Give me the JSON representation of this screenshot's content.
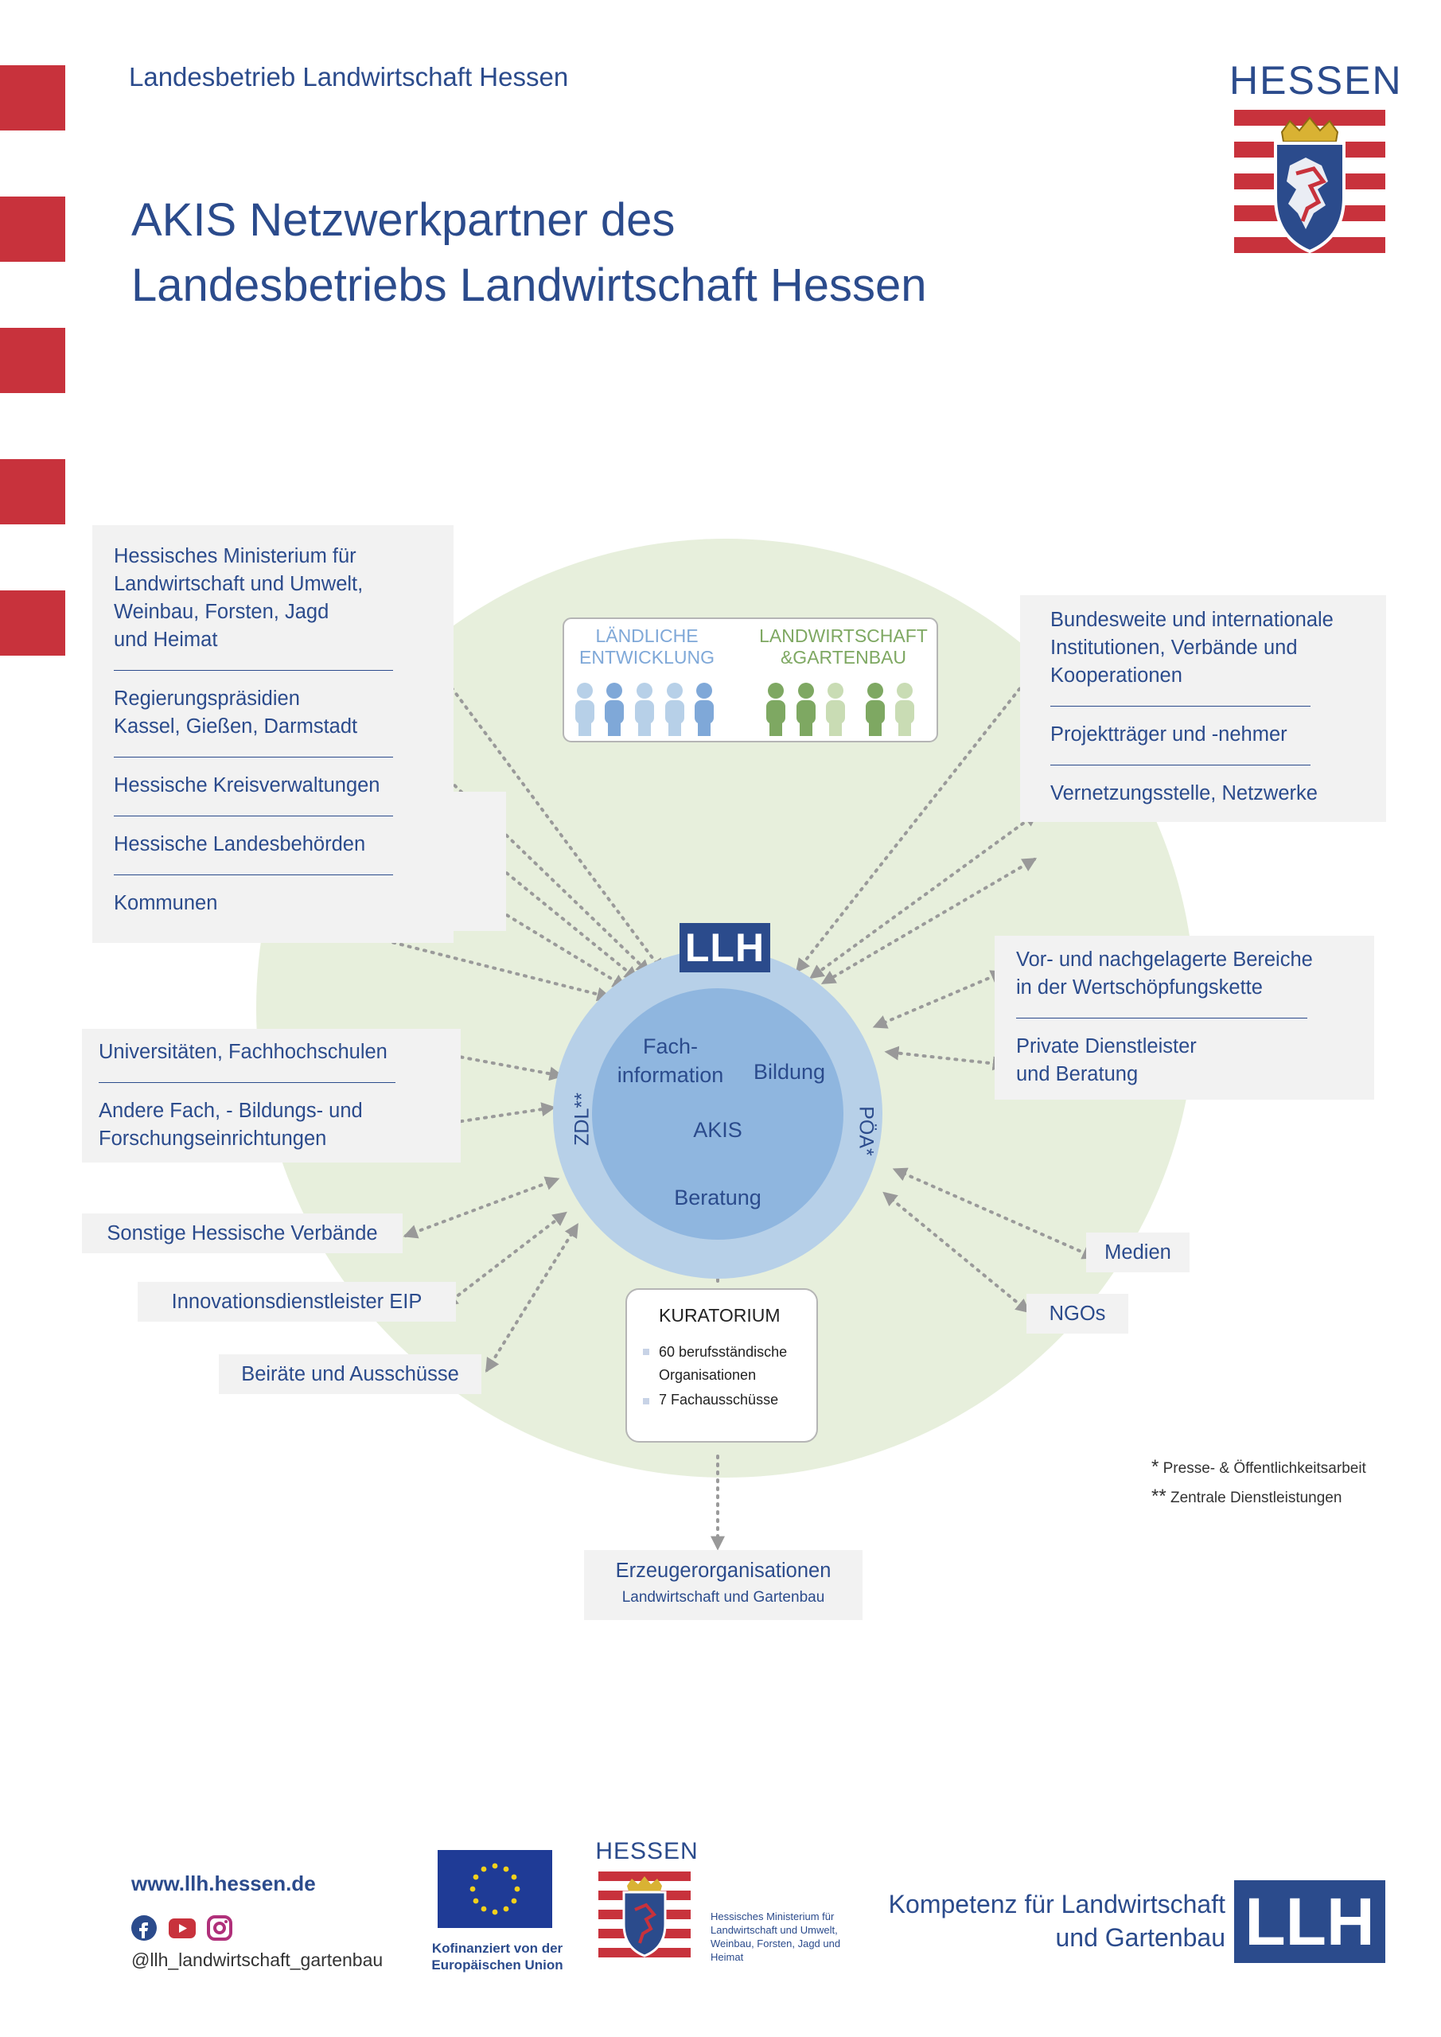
{
  "header": {
    "organization": "Landesbetrieb Landwirtschaft Hessen",
    "title_line1": "AKIS Netzwerkpartner des",
    "title_line2": "Landesbetriebs Landwirtschaft Hessen",
    "hessen_logo_text": "HESSEN"
  },
  "legend_box": {
    "left_label_line1": "LÄNDLICHE",
    "left_label_line2": "ENTWICKLUNG",
    "right_label_line1": "LANDWIRTSCHAFT",
    "right_label_line2": "&GARTENBAU",
    "left_color": "#7fa8d8",
    "right_color": "#7ea862"
  },
  "center": {
    "logo": "LLH",
    "segment_fachinformation_line1": "Fach-",
    "segment_fachinformation_line2": "information",
    "segment_bildung": "Bildung",
    "core": "AKIS",
    "segment_beratung": "Beratung",
    "left_ring_label": "ZDL**",
    "right_ring_label": "PÖA*"
  },
  "kuratorium": {
    "title": "KURATORIUM",
    "item1_line1": "60 berufsständische",
    "item1_line2": "Organisationen",
    "item2": "7 Fachausschüsse"
  },
  "left_top_group": [
    {
      "line1": "Hessisches Ministerium für",
      "line2": "Landwirtschaft und Umwelt,",
      "line3": "Weinbau, Forsten, Jagd",
      "line4": "und Heimat"
    },
    {
      "line1": "Regierungspräsidien",
      "line2": "Kassel, Gießen, Darmstadt"
    },
    {
      "line1": "Hessische Kreisverwaltungen"
    },
    {
      "line1": "Hessische Landesbehörden"
    },
    {
      "line1": "Kommunen"
    }
  ],
  "right_top_group": [
    {
      "line1": "Bundesweite und internationale",
      "line2": "Institutionen, Verbände und",
      "line3": "Kooperationen"
    },
    {
      "line1": "Projektträger und -nehmer"
    },
    {
      "line1": "Vernetzungsstelle, Netzwerke"
    }
  ],
  "right_mid_group": [
    {
      "line1": "Vor- und nachgelagerte Bereiche",
      "line2": "in der Wertschöpfungskette"
    },
    {
      "line1": "Private Dienstleister",
      "line2": "und Beratung"
    }
  ],
  "left_mid_group": [
    {
      "line1": "Universitäten, Fachhochschulen"
    },
    {
      "line1": "Andere Fach, - Bildungs- und",
      "line2": "Forschungseinrichtungen"
    }
  ],
  "left_bottom_labels": {
    "verbaende": "Sonstige Hessische Verbände",
    "eip": "Innovationsdienstleister EIP",
    "beiraete": "Beiräte und Ausschüsse"
  },
  "right_bottom_labels": {
    "medien": "Medien",
    "ngos": "NGOs"
  },
  "bottom_box": {
    "line1": "Erzeugerorganisationen",
    "line2": "Landwirtschaft und Gartenbau"
  },
  "footnotes": {
    "star1_mark": "*",
    "star1_text": "Presse- & Öffentlichkeitsarbeit",
    "star2_mark": "**",
    "star2_text": "Zentrale Dienstleistungen"
  },
  "footer": {
    "url": "www.llh.hessen.de",
    "handle": "@llh_landwirtschaft_gartenbau",
    "eu_caption_line1": "Kofinanziert von der",
    "eu_caption_line2": "Europäischen Union",
    "hessen_text": "HESSEN",
    "ministry_line1": "Hessisches Ministerium für",
    "ministry_line2": "Landwirtschaft und Umwelt,",
    "ministry_line3": "Weinbau, Forsten, Jagd und",
    "ministry_line4": "Heimat",
    "slogan_line1": "Kompetenz für Landwirtschaft",
    "slogan_line2": "und Gartenbau",
    "logo": "LLH"
  },
  "colors": {
    "brand_blue": "#2b4b8c",
    "hessen_red": "#c8323c",
    "network_green": "#e7efdc",
    "ring_light_blue": "#b7d0e8",
    "ring_inner_blue": "#8fb6df",
    "panel_grey": "#f2f2f2"
  },
  "icons": [
    "facebook-icon",
    "youtube-icon",
    "instagram-icon",
    "eu-flag-icon",
    "hessen-coat-of-arms-icon"
  ]
}
